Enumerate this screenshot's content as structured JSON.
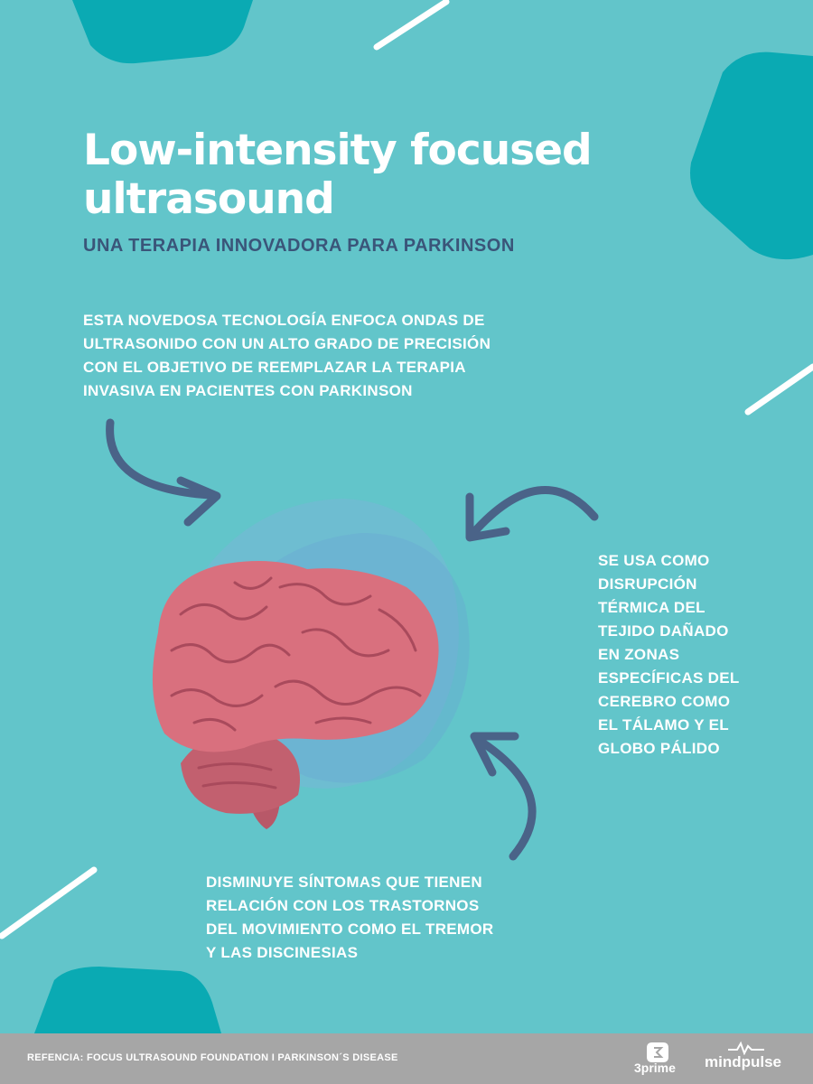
{
  "title": "Low-intensity focused ultrasound",
  "subtitle": "UNA TERAPIA INNOVADORA PARA PARKINSON",
  "blocks": {
    "intro": "ESTA NOVEDOSA TECNOLOGÍA ENFOCA ONDAS DE\nULTRASONIDO  CON UN ALTO GRADO DE PRECISIÓN\nCON EL OBJETIVO DE REEMPLAZAR LA TERAPIA\nINVASIVA EN PACIENTES CON PARKINSON",
    "right": "SE USA COMO\nDISRUPCIÓN\nTÉRMICA DEL\nTEJIDO DAÑADO\nEN ZONAS\nESPECÍFICAS DEL\nCEREBRO  COMO\nEL TÁLAMO Y EL\nGLOBO PÁLIDO",
    "bottom": "DISMINUYE SÍNTOMAS QUE TIENEN\nRELACIÓN CON LOS TRASTORNOS\nDEL MOVIMIENTO COMO EL TREMOR\nY LAS DISCINESIAS"
  },
  "footer": {
    "reference": "REFENCIA: FOCUS ULTRASOUND FOUNDATION I PARKINSON´S DISEASE",
    "logo_3prime": "3prime",
    "logo_mindpulse": "mindpulse"
  },
  "colors": {
    "background": "#62c5ca",
    "accent_teal": "#0aaab3",
    "navy": "#3a5579",
    "white": "#ffffff",
    "footer_gray": "#a6a6a6",
    "brain_pink": "#d9707e"
  },
  "icons": [
    "curved-arrow-icon",
    "brain-illustration",
    "3prime-logo",
    "mindpulse-logo"
  ]
}
